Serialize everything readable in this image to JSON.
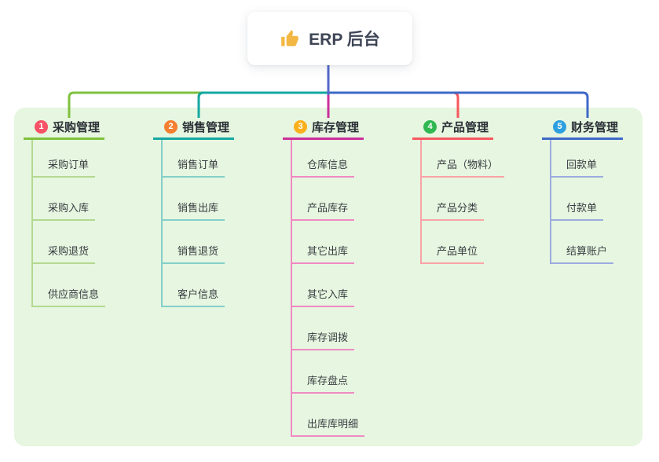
{
  "root": {
    "label": "ERP 后台",
    "icon": "thumbs-up-icon",
    "icon_color": "#f3b844",
    "line_color": "#5468c8"
  },
  "panel": {
    "background": "#e6f6e0"
  },
  "layout_hint": "mindmap-tree",
  "branches": [
    {
      "number": "1",
      "title": "采购管理",
      "badge_color": "#f75266",
      "line_color": "#7fc13d",
      "child_line_color": "#b3d990",
      "children": [
        "采购订单",
        "采购入库",
        "采购退货",
        "供应商信息"
      ]
    },
    {
      "number": "2",
      "title": "销售管理",
      "badge_color": "#f57f31",
      "line_color": "#14a8a2",
      "child_line_color": "#84cfc9",
      "children": [
        "销售订单",
        "销售出库",
        "销售退货",
        "客户信息"
      ]
    },
    {
      "number": "3",
      "title": "库存管理",
      "badge_color": "#fcaf1c",
      "line_color": "#cb2f9b",
      "child_line_color": "#f08ac2",
      "children": [
        "仓库信息",
        "产品库存",
        "其它出库",
        "其它入库",
        "库存调拨",
        "库存盘点",
        "出库库明细"
      ]
    },
    {
      "number": "4",
      "title": "产品管理",
      "badge_color": "#30b852",
      "line_color": "#f8575e",
      "child_line_color": "#f9a3a6",
      "children": [
        "产品（物料）",
        "产品分类",
        "产品单位"
      ]
    },
    {
      "number": "5",
      "title": "财务管理",
      "badge_color": "#2d9fe0",
      "line_color": "#3e68c8",
      "child_line_color": "#9cabdf",
      "children": [
        "回款单",
        "付款单",
        "结算账户"
      ]
    }
  ]
}
